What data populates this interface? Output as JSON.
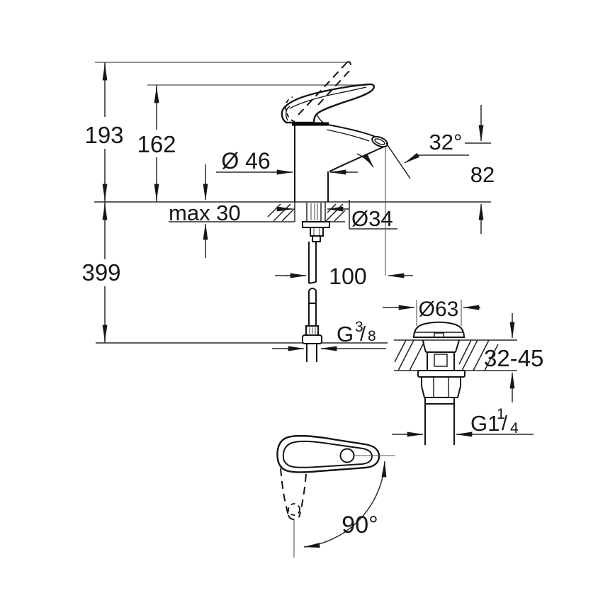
{
  "labels": {
    "overall_height": "193",
    "lever_height": "162",
    "body_diameter": "Ø 46",
    "aerator_angle": "32°",
    "spout_height": "82",
    "deck_thickness_max": "max 30",
    "hole_diameter": "Ø34",
    "spout_reach": "100",
    "hose_length": "399",
    "hose_thread": {
      "prefix": "G",
      "sup": "3",
      "slash": "/",
      "sub": "8"
    },
    "drain_cap_diameter": "Ø63",
    "drain_deck_range": "32-45",
    "drain_thread": {
      "prefix": "G1",
      "sup": "1",
      "slash": "/",
      "sub": "4"
    },
    "handle_swing_angle": "90°"
  },
  "colors": {
    "line": "#2a2a2a",
    "part": "#141414",
    "background": "#ffffff"
  }
}
